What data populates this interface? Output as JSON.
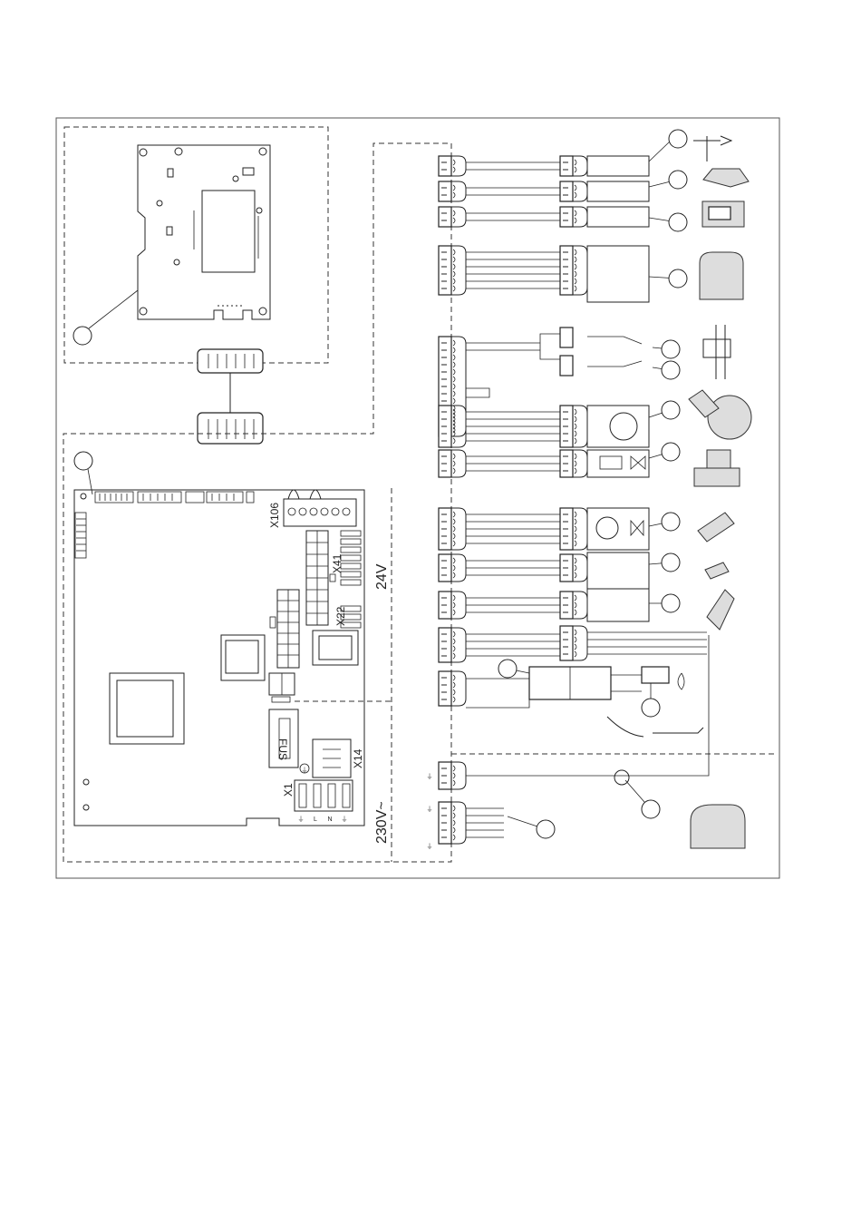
{
  "labels": {
    "x106": "X106",
    "x41": "X41",
    "x22": "X22",
    "x14": "X14",
    "x1": "X1",
    "fus": "FUS",
    "v24": "24V",
    "v230": "230V~",
    "l": "L",
    "n": "N"
  },
  "callouts": [
    "",
    "",
    "",
    "",
    "",
    "",
    "",
    "",
    "",
    "",
    "",
    "",
    "",
    "",
    "",
    ""
  ],
  "colors": {
    "line": "#222222",
    "background": "#ffffff",
    "component": "#dddddd"
  }
}
